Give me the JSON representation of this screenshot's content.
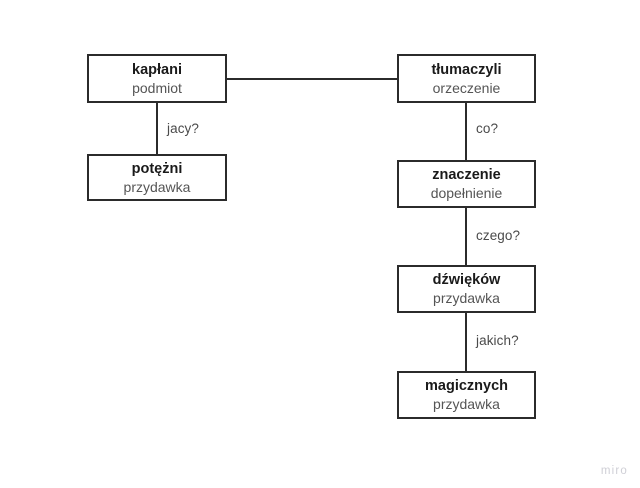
{
  "diagram": {
    "type": "sentence-analysis-tree",
    "nodes": [
      {
        "id": "kaplani",
        "word": "kapłani",
        "role": "podmiot"
      },
      {
        "id": "potezni",
        "word": "potężni",
        "role": "przydawka"
      },
      {
        "id": "tlumaczyli",
        "word": "tłumaczyli",
        "role": "orzeczenie"
      },
      {
        "id": "znaczenie",
        "word": "znaczenie",
        "role": "dopełnienie"
      },
      {
        "id": "dzwiekow",
        "word": "dźwięków",
        "role": "przydawka"
      },
      {
        "id": "magicznych",
        "word": "magicznych",
        "role": "przydawka"
      }
    ],
    "edges": [
      {
        "from": "kaplani",
        "to": "tlumaczyli",
        "label": ""
      },
      {
        "from": "kaplani",
        "to": "potezni",
        "label": "jacy?"
      },
      {
        "from": "tlumaczyli",
        "to": "znaczenie",
        "label": "co?"
      },
      {
        "from": "znaczenie",
        "to": "dzwiekow",
        "label": "czego?"
      },
      {
        "from": "dzwiekow",
        "to": "magicznych",
        "label": "jakich?"
      }
    ]
  },
  "watermark": {
    "text": "miro"
  },
  "colors": {
    "background": "#ffffff",
    "border": "#2b2b2b",
    "word": "#1a1a1a",
    "role": "#555555",
    "label": "#4a4a4a",
    "watermark": "#cfcfd6"
  }
}
